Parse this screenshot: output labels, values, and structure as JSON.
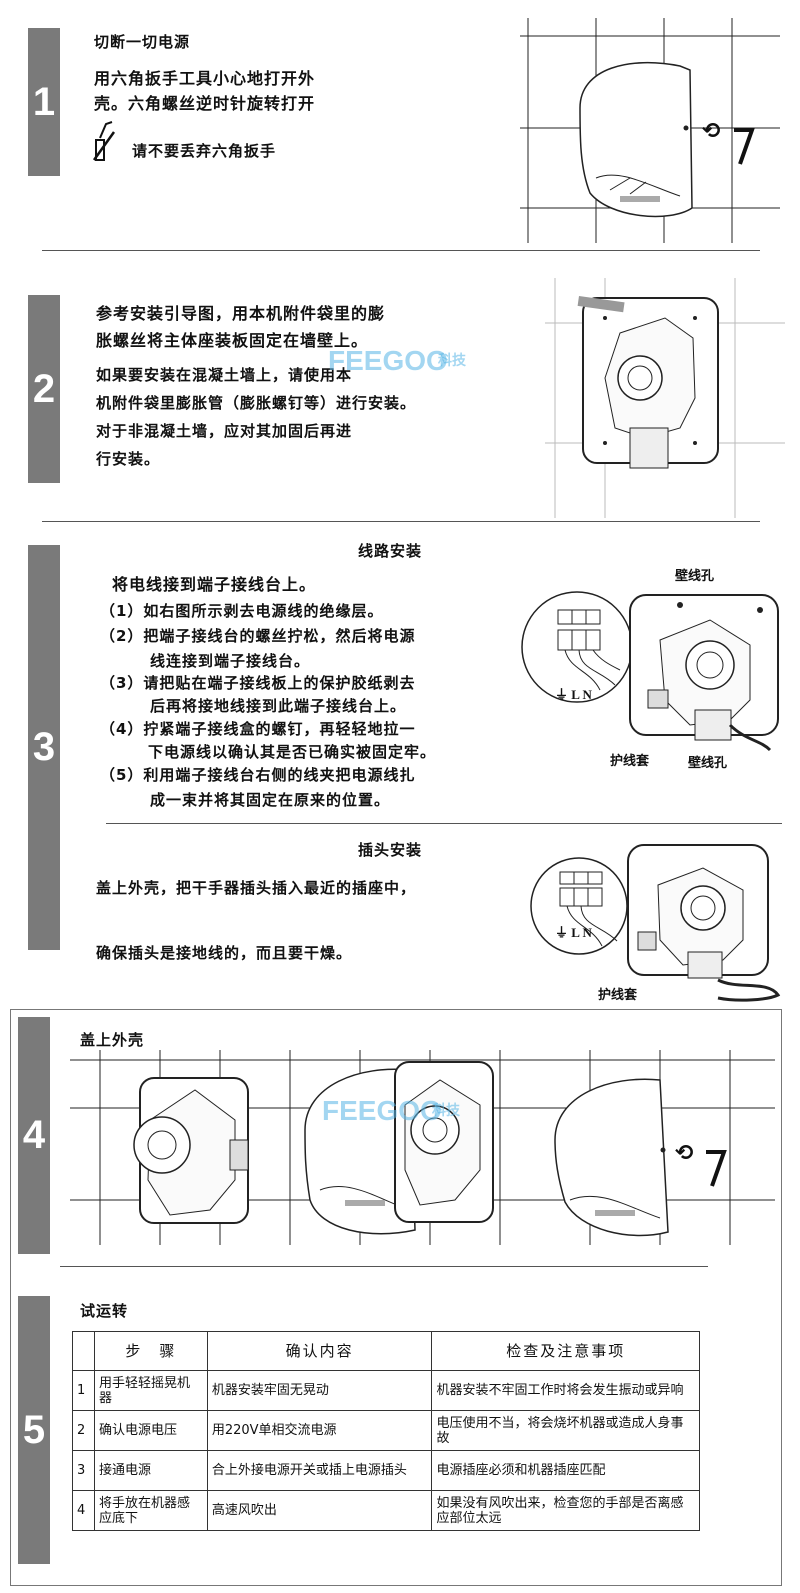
{
  "step1": {
    "number": "1",
    "title": "切断一切电源",
    "line1": "用六角扳手工具小心地打开外",
    "line2": "壳。六角螺丝逆时针旋转打开",
    "note": "请不要丢弃六角扳手"
  },
  "step2": {
    "number": "2",
    "line1": "参考安装引导图，用本机附件袋里的膨",
    "line2": "胀螺丝将主体座装板固定在墙壁上。",
    "line3": "如果要安装在混凝土墙上，请使用本",
    "line4": "机附件袋里膨胀管（膨胀螺钉等）进行安装。",
    "line5": "对于非混凝土墙，应对其加固后再进",
    "line6": "行安装。",
    "watermark": "FEEGOO",
    "watermark_cn": "科技"
  },
  "step3": {
    "number": "3",
    "wiring": {
      "heading": "线路安装",
      "intro": "将电线接到端子接线台上。",
      "items": [
        "（1）如右图所示剥去电源线的绝缘层。",
        "（2）把端子接线台的螺丝拧松，然后将电源",
        "线连接到端子接线台。",
        "（3）请把贴在端子接线板上的保护胶纸剥去",
        "后再将接地线接到此端子接线台上。",
        "（4）拧紧端子接线盒的螺钉，再轻轻地拉一",
        "下电源线以确认其是否已确实被固定牢。",
        "（5）利用端子接线台右侧的线夹把电源线扎",
        "成一束并将其固定在原来的位置。"
      ],
      "label_wall_hole_top": "壁线孔",
      "label_sleeve": "护线套",
      "label_wall_hole_bottom": "壁线孔",
      "terminal_label": "⏚ L N"
    },
    "plug": {
      "heading": "插头安装",
      "line1": "盖上外壳，把干手器插头插入最近的插座中，",
      "line2": "确保插头是接地线的，而且要干燥。",
      "label_sleeve": "护线套",
      "terminal_label": "⏚ L N"
    }
  },
  "step4": {
    "number": "4",
    "title": "盖上外壳",
    "watermark": "FEEGOO",
    "watermark_cn": "科技"
  },
  "step5": {
    "number": "5",
    "title": "试运转",
    "table": {
      "headers": [
        "",
        "步　骤",
        "确认内容",
        "检查及注意事项"
      ],
      "rows": [
        [
          "1",
          "用手轻轻摇晃机器",
          "机器安装牢固无晃动",
          "机器安装不牢固工作时将会发生振动或异响"
        ],
        [
          "2",
          "确认电源电压",
          "用220V单相交流电源",
          "电压使用不当，将会烧坏机器或造成人身事故"
        ],
        [
          "3",
          "接通电源",
          "合上外接电源开关或插上电源插头",
          "电源插座必须和机器插座匹配"
        ],
        [
          "4",
          "将手放在机器感应底下",
          "高速风吹出",
          "如果没有风吹出来，检查您的手部是否离感应部位太远"
        ]
      ]
    }
  },
  "colors": {
    "bar": "#7a7a7a",
    "watermark": "#58b6e6"
  }
}
